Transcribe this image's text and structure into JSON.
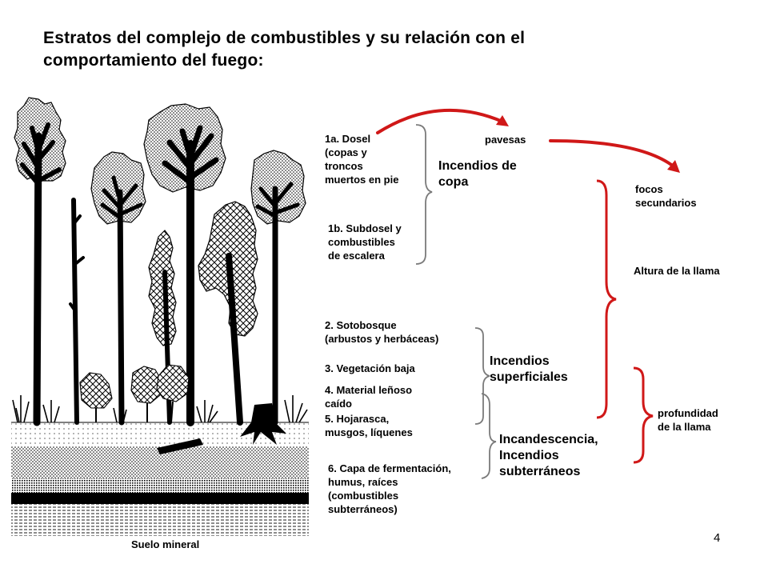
{
  "slide": {
    "title": "Estratos del complejo de combustibles y su relación con el comportamiento del fuego:",
    "page_number": "4"
  },
  "strata": {
    "dosel": [
      "1a. Dosel",
      "(copas y",
      "troncos",
      "muertos en pie"
    ],
    "subdosel": [
      "1b. Subdosel y",
      "combustibles",
      "de escalera"
    ],
    "sotobosque": [
      "2. Sotobosque",
      "(arbustos y herbáceas)"
    ],
    "vegetacion_baja": [
      "3. Vegetación baja"
    ],
    "material_lenoso": [
      "4. Material leñoso",
      "caído"
    ],
    "hojarasca": [
      "5. Hojarasca,",
      "musgos, líquenes"
    ],
    "fermentacion": [
      "6. Capa de fermentación,",
      "humus, raíces",
      "(combustibles",
      "subterráneos)"
    ]
  },
  "fire_types": {
    "copa": [
      "Incendios de",
      "copa"
    ],
    "superficiales": [
      "Incendios",
      "superficiales"
    ],
    "subterraneos": [
      "Incandescencia,",
      "Incendios",
      "subterráneos"
    ]
  },
  "annotations": {
    "pavesas": "pavesas",
    "focos": [
      "focos",
      "secundarios"
    ],
    "altura": "Altura de la llama",
    "profundidad": [
      "profundidad",
      "de la llama"
    ],
    "suelo": "Suelo mineral"
  },
  "colors": {
    "arrow": "#d01818",
    "ink": "#000000",
    "brace": "#7a7a7a"
  }
}
